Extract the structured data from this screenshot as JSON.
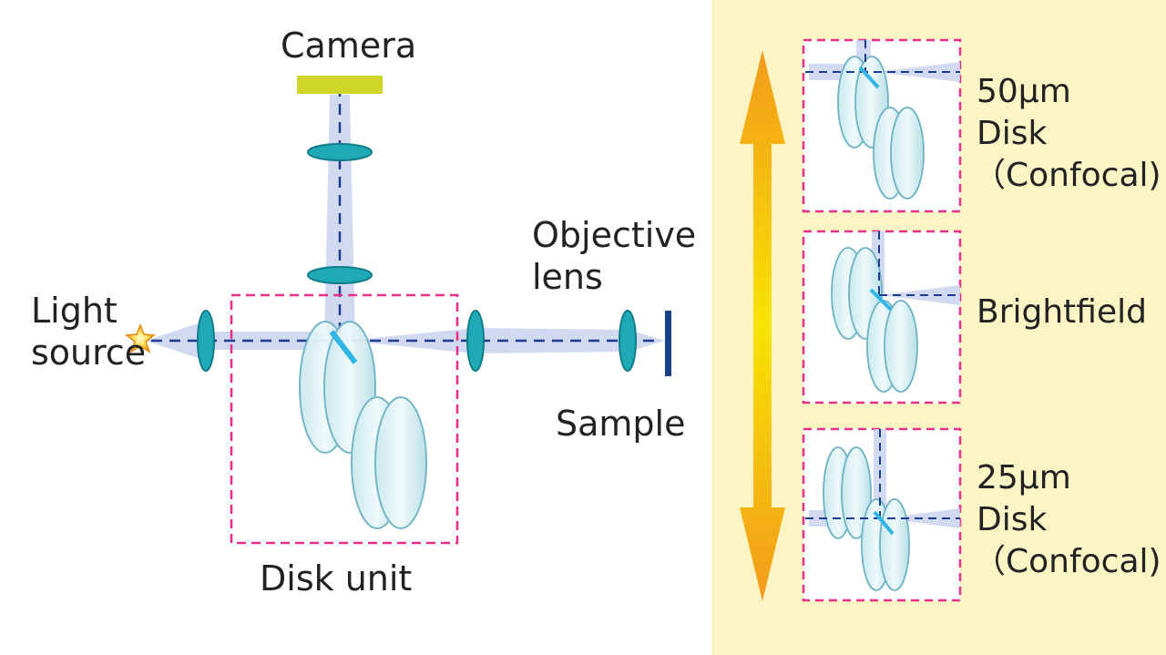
{
  "labels": {
    "camera": "Camera",
    "light_source": [
      "Light",
      "source"
    ],
    "objective_lens": [
      "Objective",
      "lens"
    ],
    "sample": "Sample",
    "disk_unit": "Disk unit"
  },
  "modes": [
    {
      "lines": [
        "50μm",
        "Disk",
        "（Confocal)"
      ]
    },
    {
      "lines": [
        "Brightfield"
      ]
    },
    {
      "lines": [
        "25μm",
        "Disk",
        "（Confocal)"
      ]
    }
  ],
  "colors": {
    "panel_bg": "#fbf4c4",
    "dashed_box": "#e8308a",
    "beam": "#c9d3ee",
    "axis": "#1f3b8f",
    "lens": "#1faab5",
    "camera": "#cfd62a",
    "sample": "#17408a",
    "mirror": "#2fb6e6",
    "arrow_top": "#f29a1c",
    "arrow_mid": "#f7e400"
  },
  "icons": {
    "light_source": "star-light-icon",
    "range_arrow": "double-arrow-icon"
  }
}
